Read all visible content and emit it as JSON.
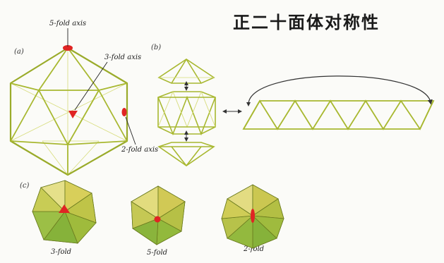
{
  "title": "正二十面体对称性",
  "panels": {
    "a": "(a)",
    "b": "(b)",
    "c": "(c)"
  },
  "axes": {
    "five_fold": "5-fold axis",
    "three_fold": "3-fold axis",
    "two_fold": "2-fold axis"
  },
  "views": {
    "three": "3-fold",
    "five": "5-fold",
    "two": "2-fold"
  },
  "colors": {
    "edge": "#b9c83a",
    "edge_dark": "#8e9e28",
    "marker": "#e02424",
    "solid_light": "#e7e07a",
    "solid_mid": "#c8cc4a",
    "solid_dark": "#8fb23a"
  }
}
